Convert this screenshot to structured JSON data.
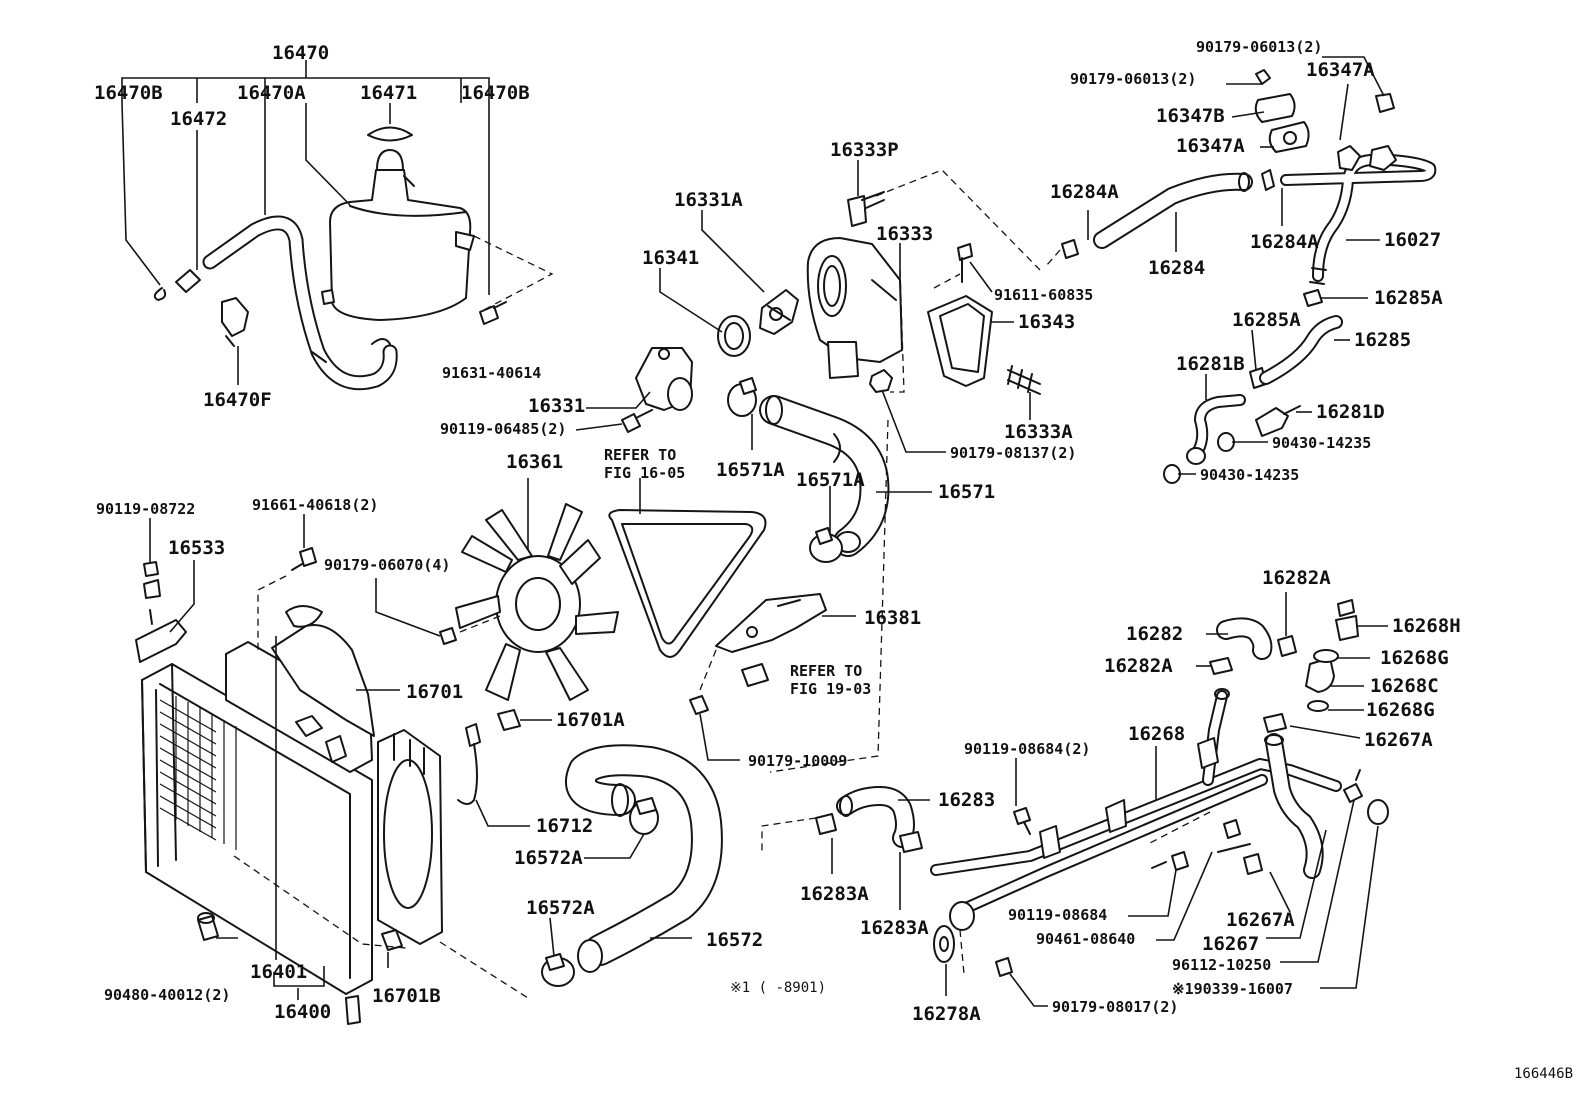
{
  "diagram": {
    "figure_id": "166446B",
    "note": "※1 (      -8901)",
    "refer_fig_1": {
      "line1": "REFER TO",
      "line2": "FIG 16-05"
    },
    "refer_fig_2": {
      "line1": "REFER TO",
      "line2": "FIG 19-03"
    }
  },
  "parts": {
    "p16470": "16470",
    "p16470B_a": "16470B",
    "p16470B_b": "16470B",
    "p16472": "16472",
    "p16470A": "16470A",
    "p16471": "16471",
    "p16470F": "16470F",
    "p91631_40614": "91631-40614",
    "p16333P": "16333P",
    "p16331A": "16331A",
    "p16341": "16341",
    "p16333": "16333",
    "p16331": "16331",
    "p90119_06485": "90119-06485(2)",
    "p16571A_a": "16571A",
    "p16571A_b": "16571A",
    "p16571": "16571",
    "p16361": "16361",
    "p91611_60835": "91611-60835",
    "p16343": "16343",
    "p16333A": "16333A",
    "p90179_08137": "90179-08137(2)",
    "p90179_06013_a": "90179-06013(2)",
    "p90179_06013_b": "90179-06013(2)",
    "p16347A_a": "16347A",
    "p16347B": "16347B",
    "p16347A_b": "16347A",
    "p16284A_a": "16284A",
    "p16284A_b": "16284A",
    "p16284": "16284",
    "p16027": "16027",
    "p16285A_a": "16285A",
    "p16285A_b": "16285A",
    "p16285": "16285",
    "p16281B": "16281B",
    "p16281D": "16281D",
    "p90430_14235_a": "90430-14235",
    "p90430_14235_b": "90430-14235",
    "p90119_08722": "90119-08722",
    "p16533": "16533",
    "p91661_40618": "91661-40618(2)",
    "p90179_06070": "90179-06070(4)",
    "p16701": "16701",
    "p16701A": "16701A",
    "p16381": "16381",
    "p90179_10009": "90179-10009",
    "p16712": "16712",
    "p16572A_a": "16572A",
    "p16572A_b": "16572A",
    "p16572": "16572",
    "p16401": "16401",
    "p16400": "16400",
    "p16701B": "16701B",
    "p90480_40012": "90480-40012(2)",
    "p16282A_a": "16282A",
    "p16282": "16282",
    "p16282A_b": "16282A",
    "p16268H": "16268H",
    "p16268G_a": "16268G",
    "p16268C": "16268C",
    "p16268G_b": "16268G",
    "p16268": "16268",
    "p16267A_a": "16267A",
    "p90119_08684_2": "90119-08684(2)",
    "p16283": "16283",
    "p16283A_a": "16283A",
    "p16283A_b": "16283A",
    "p90119_08684": "90119-08684",
    "p90461_08640": "90461-08640",
    "p16267A_b": "16267A",
    "p16267": "16267",
    "p96112_10250": "96112-10250",
    "p190339_16007": "※190339-16007",
    "p16278A": "16278A",
    "p90179_08017": "90179-08017(2)"
  }
}
